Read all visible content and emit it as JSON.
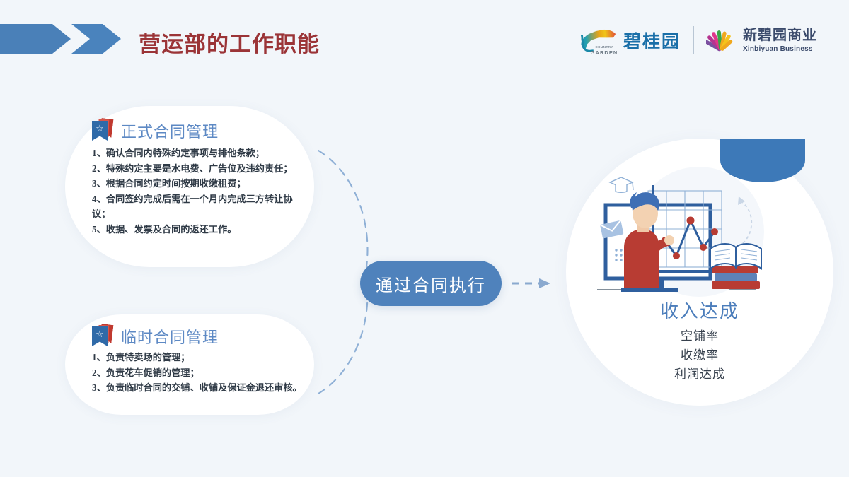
{
  "slide": {
    "background_color": "#f2f6fa",
    "title": "营运部的工作职能",
    "title_color": "#9b3437",
    "accent_blue": "#4a80b8"
  },
  "header": {
    "arrow_shape_color": "#4a80b8",
    "chevron_shape_color": "#4a83bd",
    "logos": [
      {
        "name": "碧桂园",
        "sub_en_top": "COUNTRY",
        "sub_en_bottom": "GARDEN",
        "color": "#1a6fa8"
      },
      {
        "name": "新碧园商业",
        "sub_en": "Xinbiyuan Business",
        "color": "#3a4a6b"
      }
    ]
  },
  "cards": [
    {
      "title": "正式合同管理",
      "title_color": "#5d89c4",
      "icon": "bookmark-star-icon",
      "lines": [
        "1、确认合同内特殊约定事项与排他条款；",
        "2、特殊约定主要是水电费、广告位及违约责任；",
        "3、根据合同约定时间按期收缴租费；",
        "4、合同签约完成后需在一个月内完成三方转让协议；",
        "5、收据、发票及合同的返还工作。"
      ]
    },
    {
      "title": "临时合同管理",
      "title_color": "#5d89c4",
      "icon": "bookmark-star-icon",
      "lines": [
        "1、负责特卖场的管理；",
        "2、负责花车促销的管理；",
        "3、负责临时合同的交铺、收铺及保证金退还审核。"
      ]
    }
  ],
  "center": {
    "pill_label": "通过合同执行",
    "pill_color": "#4f82bc",
    "pill_text_color": "#ffffff",
    "connector_color": "#8fb0d6",
    "arrow_color": "#8aa9cf"
  },
  "result": {
    "title": "收入达成",
    "title_color": "#4b7dbb",
    "items": [
      "空铺率",
      "收缴率",
      "利润达成"
    ],
    "circle_color": "#ffffff",
    "cap_color": "#3d79b8",
    "illustration": "person-presenting-line-chart-on-monitor"
  }
}
